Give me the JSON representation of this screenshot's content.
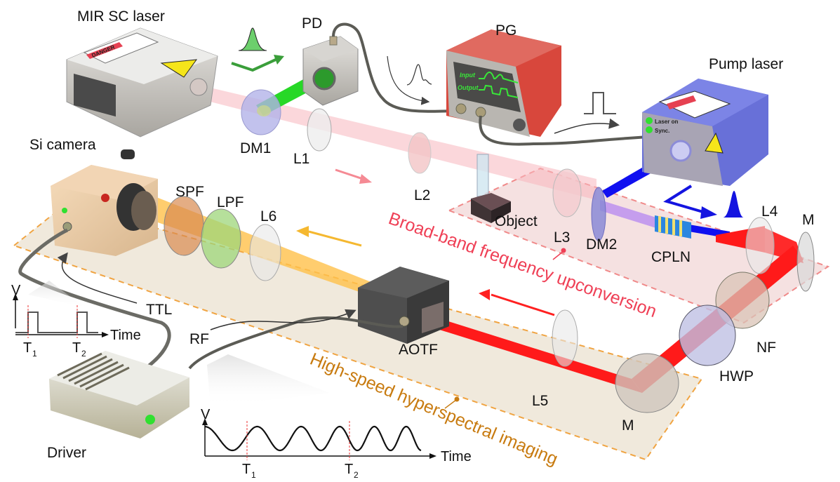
{
  "labels": {
    "mir_sc_laser": "MIR SC laser",
    "pd": "PD",
    "pg": "PG",
    "pump_laser": "Pump laser",
    "si_camera": "Si camera",
    "dm1": "DM1",
    "l1": "L1",
    "l2": "L2",
    "l3": "L3",
    "l4": "L4",
    "l5": "L5",
    "l6": "L6",
    "object": "Object",
    "dm2": "DM2",
    "cpln": "CPLN",
    "m_top": "M",
    "m_bottom": "M",
    "nf": "NF",
    "hwp": "HWP",
    "spf": "SPF",
    "lpf": "LPF",
    "aotf": "AOTF",
    "ttl": "TTL",
    "rf": "RF",
    "driver": "Driver"
  },
  "regions": {
    "upconversion": "Broad-band frequency upconversion",
    "imaging": "High-speed hyperspectral imaging"
  },
  "pg_screen": {
    "input": "Input",
    "output": "Output"
  },
  "pump_panel": {
    "laser_on": "Laser on",
    "sync": "Sync."
  },
  "warning_label": "DANGER",
  "ttl_plot": {
    "y_axis": "V",
    "x_axis": "Time",
    "marker1": "T",
    "marker1_sub": "1",
    "marker2": "T",
    "marker2_sub": "2"
  },
  "rf_plot": {
    "y_axis": "V",
    "x_axis": "Time",
    "marker1": "T",
    "marker1_sub": "1",
    "marker2": "T",
    "marker2_sub": "2"
  },
  "colors": {
    "mir_beam": "#f7b7bd",
    "green_beam": "#27d827",
    "pump_beam": "#1010f0",
    "upconverted_beam": "#ff1a1a",
    "camera_beam": "#ffc04a",
    "upconversion_text": "#ef4056",
    "imaging_text": "#c87b10",
    "pg_body": "#d8473c",
    "pump_body": "#6870d8"
  }
}
